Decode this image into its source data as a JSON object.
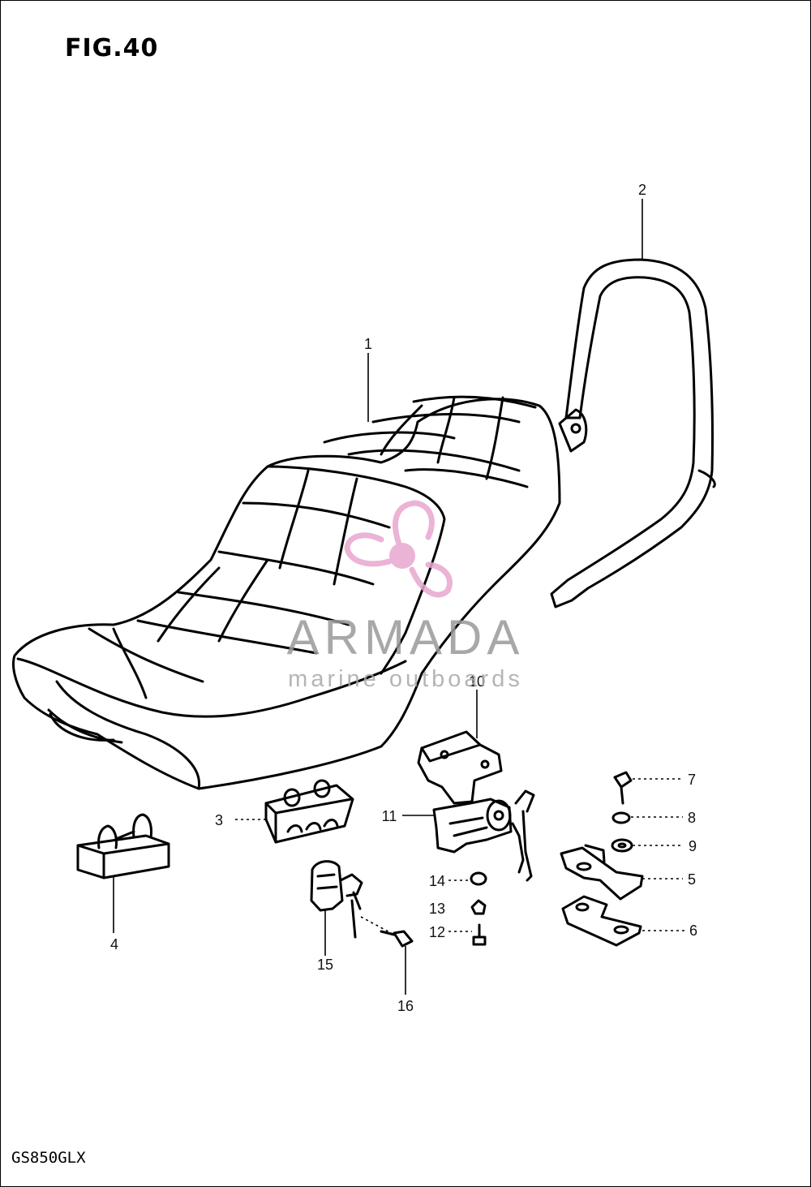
{
  "figure_title": "FIG.40",
  "model_code": "GS850GLX",
  "watermark": {
    "brand": "ARMADA",
    "tagline": "marine outboards",
    "color": "#e8a6cf",
    "text_color": "#9a9a9a"
  },
  "callouts": [
    "1",
    "2",
    "3",
    "4",
    "5",
    "6",
    "7",
    "8",
    "9",
    "10",
    "11",
    "12",
    "13",
    "14",
    "15",
    "16"
  ],
  "parts": {
    "seat": "seat",
    "grab_rail": "grab-rail",
    "cushion_small": "cushion",
    "cushion_large": "cushion",
    "bracket_5": "bracket",
    "plate_6": "plate",
    "bolt_7": "bolt",
    "washer_8": "washer",
    "washer_9": "washer",
    "bracket_10": "bracket",
    "seat_lock_11": "seat-lock",
    "screw_12": "screw",
    "nut_13": "nut",
    "washer_14": "washer",
    "helmet_lock_15": "helmet-lock",
    "screw_16": "screw"
  }
}
